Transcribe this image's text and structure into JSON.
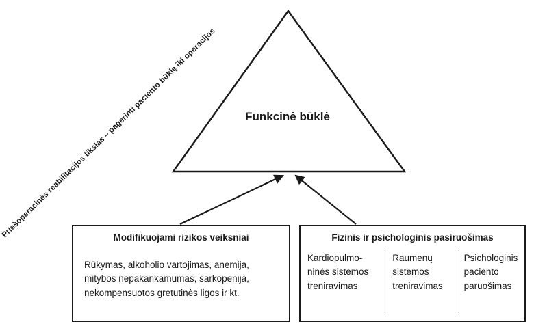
{
  "diagram": {
    "side_label": "Priešoperacinės reabilitacijos tikslas – pagerinti paciento būklę iki operacijos",
    "triangle": {
      "label": "Funkcinė būklė"
    },
    "risk_box": {
      "title": "Modifikuojami rizikos veiksniai",
      "body": "Rūkymas, alkoholio vartojimas, anemija, mitybos nepakankamumas, sarkopenija, nekompensuotos gretutinės ligos ir kt."
    },
    "preparation_box": {
      "title": "Fizinis ir psichologinis pasiruošimas",
      "columns": [
        "Kardiopulmo-ninės sistemos treniravimas",
        "Raumenų sistemos treniravimas",
        "Psichologinis paciento paruošimas"
      ]
    },
    "colors": {
      "line": "#1a1a1a",
      "background": "#ffffff"
    }
  }
}
